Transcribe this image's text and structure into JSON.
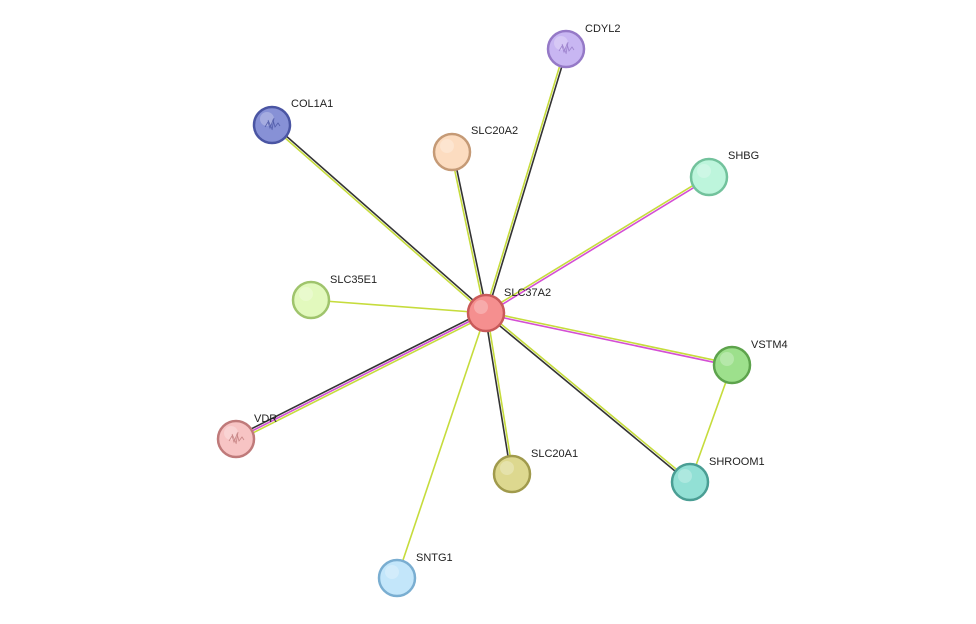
{
  "network": {
    "center": "SLC37A2",
    "nodes": [
      {
        "id": "SLC37A2",
        "label": "SLC37A2",
        "color": "#f58f8f",
        "stroke": "#c95a5a"
      },
      {
        "id": "CDYL2",
        "label": "CDYL2",
        "color": "#c8b6f2",
        "stroke": "#9579c7",
        "structure": true
      },
      {
        "id": "COL1A1",
        "label": "COL1A1",
        "color": "#8791d6",
        "stroke": "#4a55a3",
        "structure": true
      },
      {
        "id": "SLC20A2",
        "label": "SLC20A2",
        "color": "#fcdcc0",
        "stroke": "#c59a76"
      },
      {
        "id": "SHBG",
        "label": "SHBG",
        "color": "#bdf5dc",
        "stroke": "#72c29c"
      },
      {
        "id": "SLC35E1",
        "label": "SLC35E1",
        "color": "#e2f9bd",
        "stroke": "#9fc46c"
      },
      {
        "id": "VSTM4",
        "label": "VSTM4",
        "color": "#9de08c",
        "stroke": "#5da34c"
      },
      {
        "id": "VDR",
        "label": "VDR",
        "color": "#f7c4c4",
        "stroke": "#bf7a7a",
        "structure": true
      },
      {
        "id": "SHROOM1",
        "label": "SHROOM1",
        "color": "#92e0d5",
        "stroke": "#4a9e94"
      },
      {
        "id": "SLC20A1",
        "label": "SLC20A1",
        "color": "#ddd88f",
        "stroke": "#a09a4c"
      },
      {
        "id": "SNTG1",
        "label": "SNTG1",
        "color": "#c3e6fa",
        "stroke": "#7aaed1"
      }
    ],
    "edges": [
      {
        "source": "SLC37A2",
        "target": "CDYL2",
        "types": [
          "textmining",
          "coexpression"
        ]
      },
      {
        "source": "SLC37A2",
        "target": "COL1A1",
        "types": [
          "textmining",
          "coexpression"
        ]
      },
      {
        "source": "SLC37A2",
        "target": "SLC20A2",
        "types": [
          "textmining",
          "coexpression"
        ]
      },
      {
        "source": "SLC37A2",
        "target": "SHBG",
        "types": [
          "textmining",
          "experiments"
        ]
      },
      {
        "source": "SLC37A2",
        "target": "SLC35E1",
        "types": [
          "textmining"
        ]
      },
      {
        "source": "SLC37A2",
        "target": "VSTM4",
        "types": [
          "textmining",
          "experiments"
        ]
      },
      {
        "source": "SLC37A2",
        "target": "VDR",
        "types": [
          "textmining",
          "experiments",
          "coexpression"
        ]
      },
      {
        "source": "SLC37A2",
        "target": "SHROOM1",
        "types": [
          "textmining",
          "coexpression"
        ]
      },
      {
        "source": "SLC37A2",
        "target": "SLC20A1",
        "types": [
          "textmining",
          "coexpression"
        ]
      },
      {
        "source": "SLC37A2",
        "target": "SNTG1",
        "types": [
          "textmining"
        ]
      },
      {
        "source": "VSTM4",
        "target": "SHROOM1",
        "types": [
          "textmining"
        ]
      }
    ],
    "edge_colors": {
      "textmining": "#c6dc3c",
      "coexpression": "#333333",
      "experiments": "#d44fd4"
    }
  }
}
